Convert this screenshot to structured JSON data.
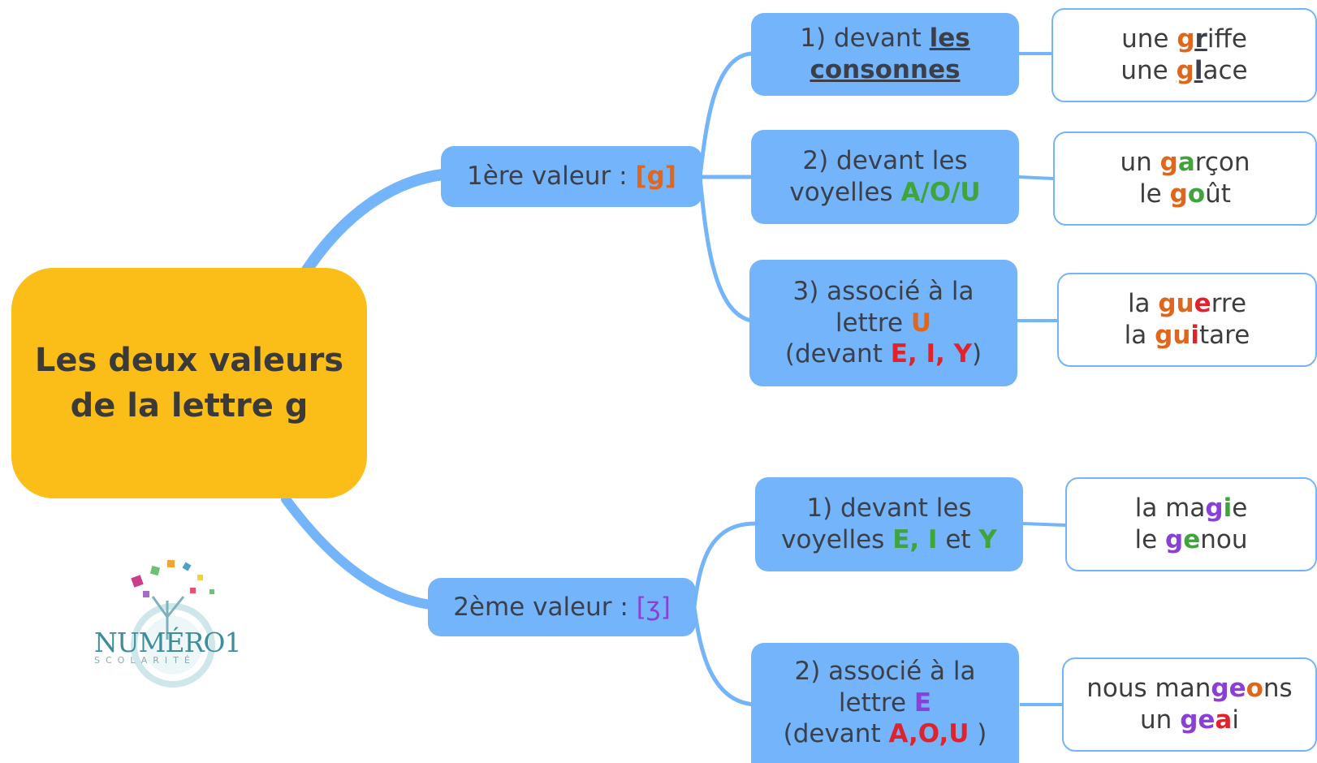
{
  "central": {
    "line1": "Les deux valeurs",
    "line2": "de la lettre g"
  },
  "branch1": {
    "label": "1ère valeur : ",
    "symbol": "[g]",
    "rules": [
      {
        "line1_pre": "1) devant ",
        "line1_em": "les",
        "line2_em": "consonnes",
        "example1": {
          "p1": "une ",
          "h1": "g",
          "h2": "r",
          "p2": "iffe"
        },
        "example2": {
          "p1": "une ",
          "h1": "g",
          "h2": "l",
          "p2": "ace"
        }
      },
      {
        "line1": "2) devant les",
        "line2_pre": "voyelles ",
        "line2_em": "A/O/U",
        "example1": {
          "p1": "un ",
          "h1": "g",
          "h2": "a",
          "p2": "rçon"
        },
        "example2": {
          "p1": "le ",
          "h1": "g",
          "h2": "o",
          "p2": "ût"
        }
      },
      {
        "line1": "3) associé à la",
        "line2_pre": "lettre ",
        "line2_em": "U",
        "line3_pre": "(devant ",
        "line3_em": "E, I, Y",
        "line3_post": ")",
        "example1": {
          "p1": "la ",
          "h1": "gu",
          "h2": "e",
          "p2": "rre"
        },
        "example2": {
          "p1": "la ",
          "h1": "gu",
          "h2": "i",
          "p2": "tare"
        }
      }
    ]
  },
  "branch2": {
    "label": "2ème valeur : ",
    "symbol": "[ʒ]",
    "rules": [
      {
        "line1": "1) devant les",
        "line2_pre": "voyelles ",
        "line2_em1": "E, I",
        "line2_mid": " et ",
        "line2_em2": "Y",
        "example1": {
          "p1": "la ma",
          "h1": "g",
          "h2": "i",
          "p2": "e"
        },
        "example2": {
          "p1": "le ",
          "h1": "g",
          "h2": "e",
          "p2": "nou"
        }
      },
      {
        "line1": "2) associé à la",
        "line2_pre": "lettre ",
        "line2_em": "E",
        "line3_pre": "(devant ",
        "line3_em": "A,O,U",
        "line3_post": " )",
        "example1": {
          "p1": "nous man",
          "h1": "ge",
          "h2": "o",
          "p2": "ns"
        },
        "example2": {
          "p1": "un ",
          "h1": "ge",
          "h2": "a",
          "p2": "i"
        }
      }
    ]
  },
  "logo": {
    "name": "NUMÉRO1",
    "tagline": "SCOLARITÉ"
  },
  "colors": {
    "node": "#74b4fa",
    "central": "#fbbd17",
    "line": "#74b4fa"
  }
}
